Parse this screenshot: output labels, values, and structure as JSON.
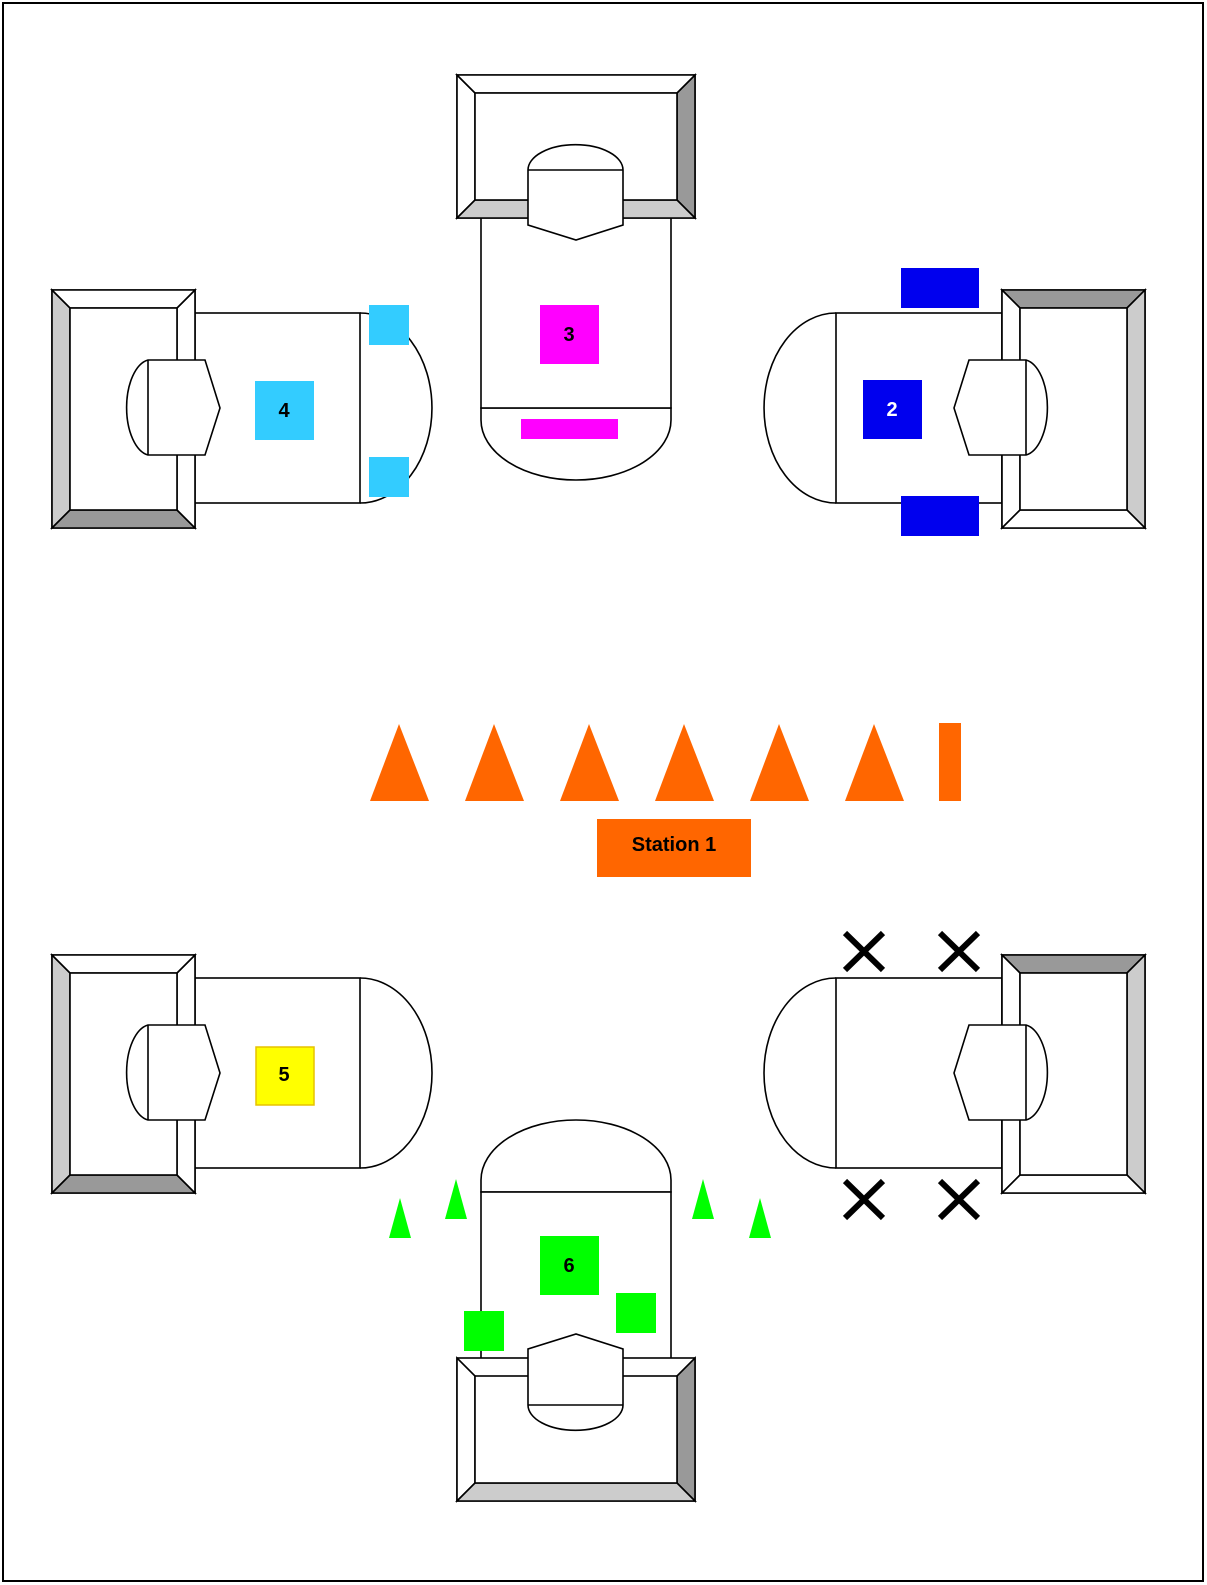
{
  "labels": {
    "station": "Station 1",
    "s2": "2",
    "s3": "3",
    "s4": "4",
    "s5": "5",
    "s6": "6"
  },
  "colors": {
    "station1": "#ff6600",
    "station2": "#0000ee",
    "station3": "#ff00ff",
    "station4": "#33ccff",
    "station5": "#ffff00",
    "station6": "#00ff00",
    "bevel_light": "#cccccc",
    "bevel_dark": "#999999",
    "outline": "#000000"
  }
}
